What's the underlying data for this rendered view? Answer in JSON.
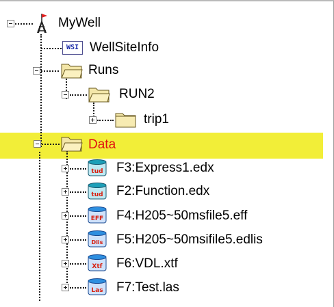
{
  "tree": {
    "root": {
      "label": "MyWell",
      "icon": "well-rig-icon"
    },
    "nodes": {
      "wellsiteinfo": {
        "label": "WellSiteInfo",
        "icon_text": "WSI"
      },
      "runs": {
        "label": "Runs"
      },
      "run2": {
        "label": "RUN2"
      },
      "trip1": {
        "label": "trip1"
      },
      "data": {
        "label": "Data",
        "selected": true,
        "label_color": "#e01010",
        "highlight_color": "#f2ee38"
      }
    },
    "files": [
      {
        "label": "F3:Express1.edx",
        "badge": "tud",
        "cap_color": "#1d9fb8"
      },
      {
        "label": "F2:Function.edx",
        "badge": "tud",
        "cap_color": "#1d9fb8"
      },
      {
        "label": "F4:H205~50msfile5.eff",
        "badge": "EFF",
        "cap_color": "#2e8fe0"
      },
      {
        "label": "F5:H205~50msifile5.edlis",
        "badge": "Dlis",
        "cap_color": "#2e8fe0"
      },
      {
        "label": "F6:VDL.xtf",
        "badge": "Xtf",
        "cap_color": "#2e8fe0"
      },
      {
        "label": "F7:Test.las",
        "badge": "Las",
        "cap_color": "#2e8fe0"
      }
    ]
  }
}
